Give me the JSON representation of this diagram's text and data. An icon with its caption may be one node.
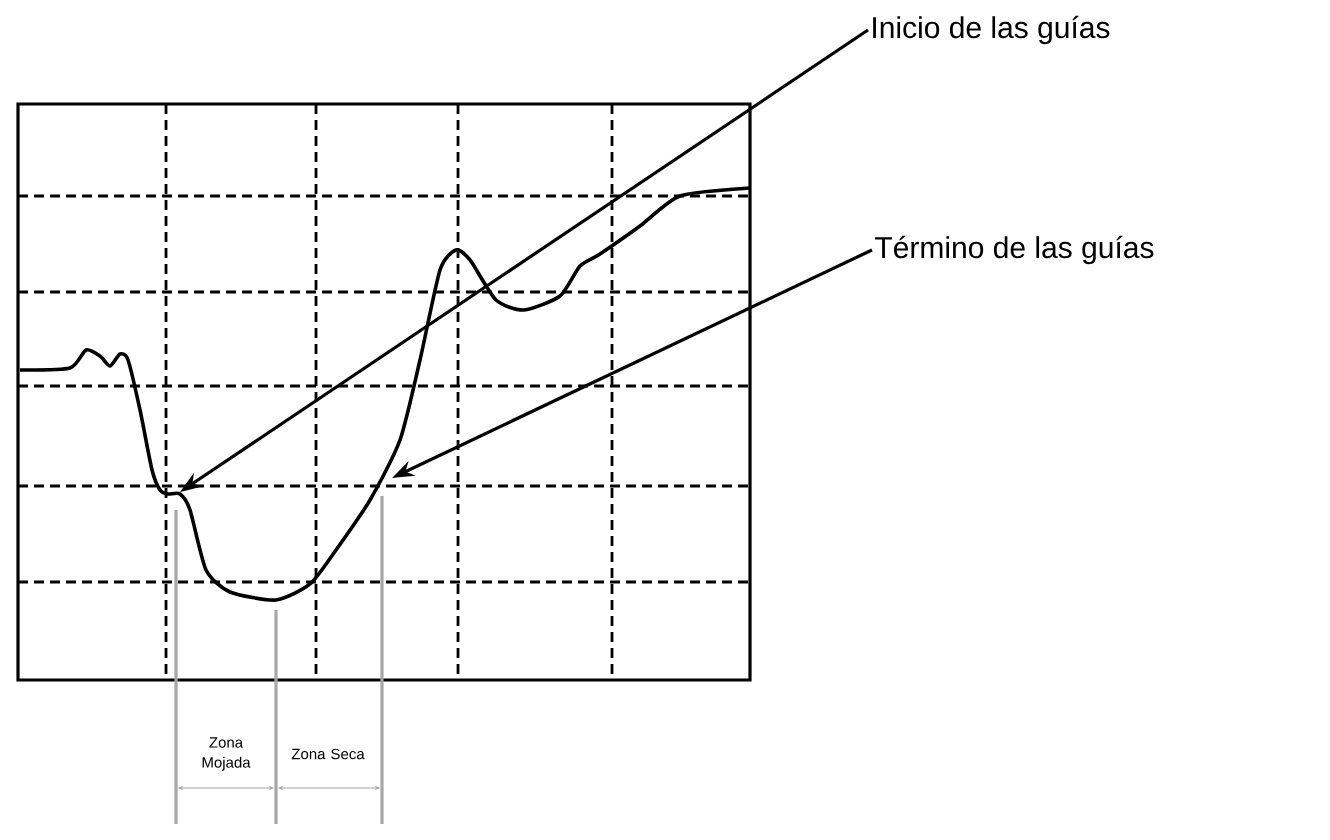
{
  "diagram": {
    "nodes": [
      {
        "text": [
          "Inicio de las guías"
        ]
      },
      {
        "text": [
          "Término de las guías"
        ]
      }
    ],
    "edges": [
      {
        "from": 0,
        "to": null,
        "arrow": "to"
      },
      {
        "from": 1,
        "to": null,
        "arrow": "to"
      }
    ],
    "labels": [
      "Zona Mojada",
      "Zona Seca"
    ]
  }
}
